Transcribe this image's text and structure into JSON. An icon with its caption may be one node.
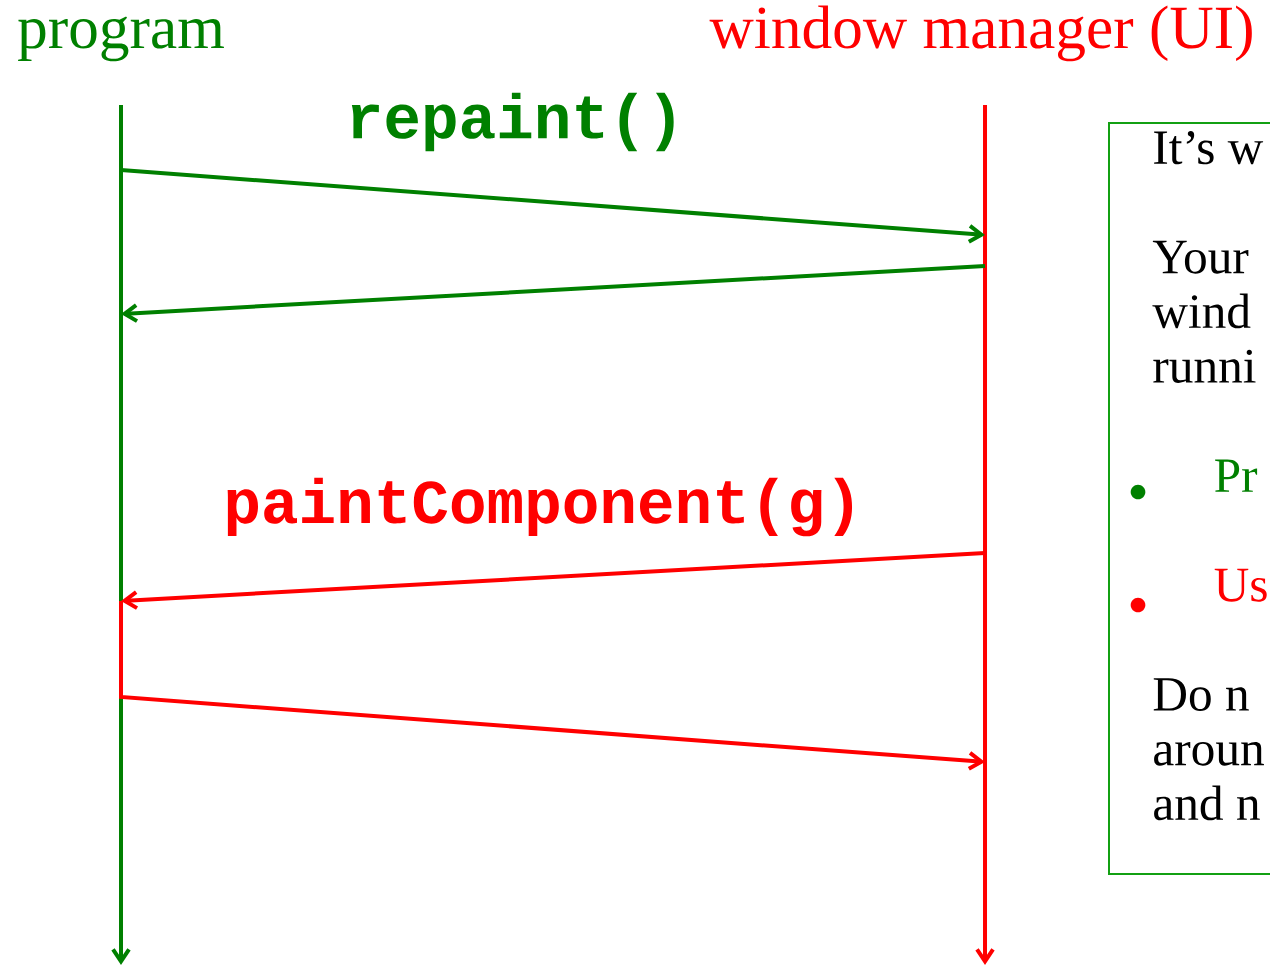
{
  "diagram": {
    "nodes": [
      {
        "text": [
          "program"
        ]
      },
      {
        "text": [
          "window manager (UI)"
        ]
      },
      {
        "text": [
          "It’s w",
          "Your wind runni",
          "Pr",
          "Us",
          "Do n aroun and n"
        ]
      }
    ],
    "edges": [
      {
        "from": 0,
        "to": 1,
        "arrow": "to",
        "label": "repaint()",
        "color": "#008000"
      },
      {
        "from": 1,
        "to": 0,
        "arrow": "to",
        "color": "#008000"
      },
      {
        "from": 1,
        "to": 0,
        "arrow": "to",
        "label": "paintComponent(g)",
        "color": "#ff0000"
      },
      {
        "from": 0,
        "to": 1,
        "arrow": "to",
        "color": "#ff0000"
      }
    ]
  }
}
